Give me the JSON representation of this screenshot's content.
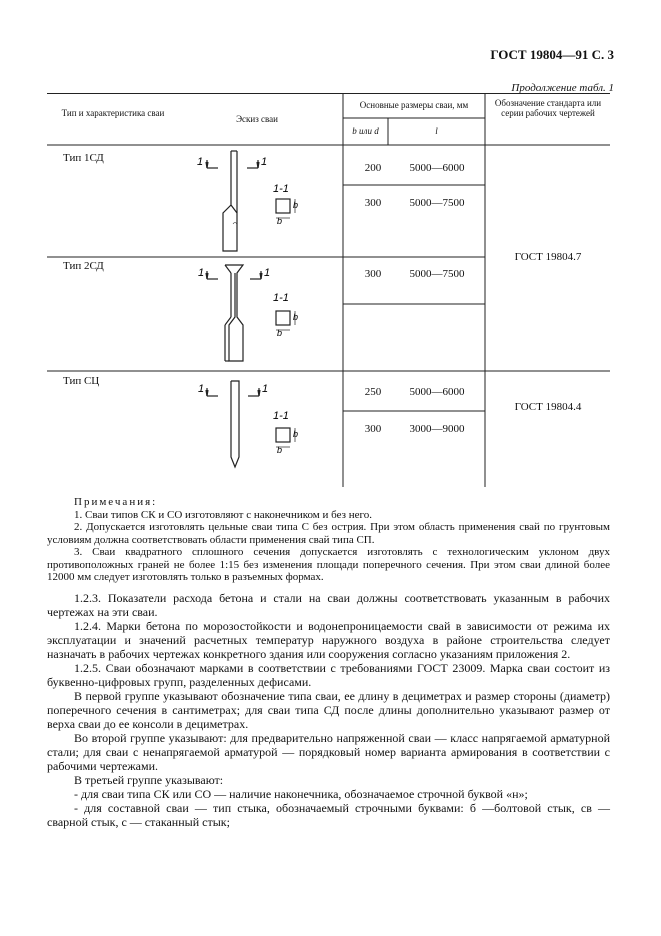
{
  "header": {
    "title": "ГОСТ 19804—91 С. 3",
    "continuation": "Продолжение табл. 1"
  },
  "table": {
    "col_headers": {
      "type": "Тип и характеристика сваи",
      "sketch": "Эскиз сваи",
      "dims": "Основные размеры сваи, мм",
      "b": "b или d",
      "l": "l",
      "standard": "Обозначение стандарта или серии рабочих чертежей"
    },
    "rows": [
      {
        "type": "Тип 1СД",
        "values": [
          {
            "b": "200",
            "l": "5000—6000"
          },
          {
            "b": "300",
            "l": "5000—7500"
          }
        ]
      },
      {
        "type": "Тип 2СД",
        "values": [
          {
            "b": "300",
            "l": "5000—7500"
          }
        ]
      },
      {
        "type": "Тип СЦ",
        "values": [
          {
            "b": "250",
            "l": "5000—6000"
          },
          {
            "b": "300",
            "l": "3000—9000"
          }
        ]
      }
    ],
    "standards": [
      "ГОСТ 19804.7",
      "ГОСТ 19804.4"
    ],
    "sketch_labels": {
      "mark": "1",
      "section": "1-1",
      "dim": "b"
    }
  },
  "notes": {
    "title": "Примечания:",
    "items": [
      "1. Сваи типов СК и СО изготовляют с наконечником и без него.",
      "2. Допускается изготовлять цельные сваи типа С без острия. При этом область применения свай по грунтовым условиям должна соответствовать области применения свай типа СП.",
      "3. Сваи квадратного сплошного сечения допускается изготовлять с технологическим уклоном двух противоположных граней не более 1:15 без изменения площади поперечного сечения. При этом сваи длиной более 12000 мм следует изготовлять только в разъемных формах."
    ]
  },
  "paragraphs": [
    "1.2.3. Показатели расхода бетона и стали на сваи должны соответствовать указанным в рабочих чертежах на эти сваи.",
    "1.2.4. Марки бетона по морозостойкости и водонепроницаемости свай в зависимости от режима их эксплуатации и значений расчетных температур наружного воздуха в районе строительства следует назначать в рабочих чертежах конкретного здания или сооружения согласно указаниям приложения 2.",
    "1.2.5. Сваи обозначают марками в соответствии с требованиями ГОСТ 23009. Марка сваи состоит из буквенно-цифровых групп, разделенных дефисами.",
    "В первой группе указывают обозначение типа сваи, ее длину в дециметрах и размер стороны (диаметр) поперечного сечения в сантиметрах; для сваи типа СД после длины дополнительно указывают размер от верха сваи до ее консоли в дециметрах.",
    "Во второй группе указывают: для предварительно напряженной сваи — класс напрягаемой арматурной стали; для сваи с ненапрягаемой арматурой — порядковый номер варианта армирования в соответствии с рабочими чертежами.",
    "В третьей группе указывают:",
    "- для сваи типа СК или СО — наличие наконечника, обозначаемое строчной буквой «н»;",
    "- для составной сваи — тип стыка, обозначаемый строчными буквами: б —болтовой стык, св — сварной стык, с — стаканный стык;"
  ]
}
